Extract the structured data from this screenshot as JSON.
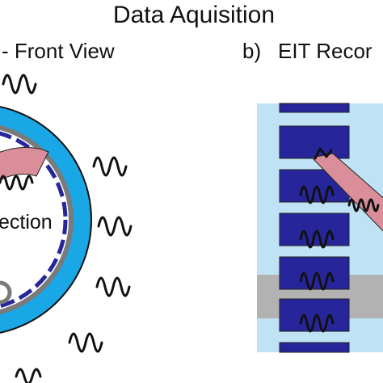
{
  "title": "Data Aquisition",
  "panel_a": {
    "heading": "- Front View",
    "center_label": "ection"
  },
  "panel_b": {
    "letter": "b)",
    "heading": "EIT Recor"
  },
  "colors": {
    "tank_ring": "#19a7e6",
    "inner_ring": "#7a7a7a",
    "electrode": "#26269a",
    "vessel": "#d98e9a",
    "panel_bg": "#bfe3f4",
    "band": "#b2b2b2",
    "signal": "#111111"
  },
  "icons": [
    "signal-wave-icon"
  ]
}
